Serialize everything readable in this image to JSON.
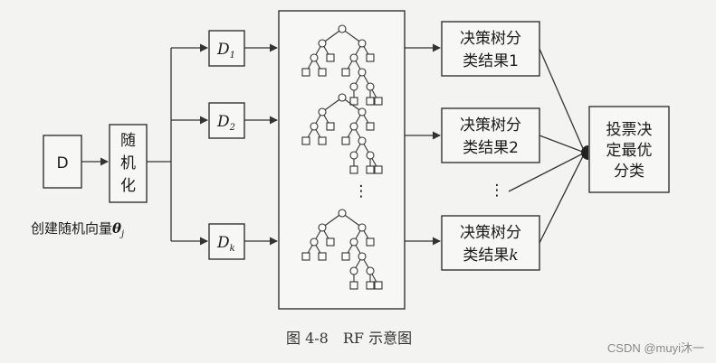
{
  "input_label": "D",
  "random_label": [
    "随",
    "机",
    "化"
  ],
  "random_vector_label": "创建随机向量",
  "random_vector_symbol": "θ",
  "random_vector_sub": "j",
  "subsets": [
    {
      "base": "D",
      "sub": "1"
    },
    {
      "base": "D",
      "sub": "2"
    },
    {
      "base": "D",
      "sub": "k"
    }
  ],
  "results": [
    {
      "line1": "决策树分",
      "line2_text": "类结果",
      "line2_suffix": "1"
    },
    {
      "line1": "决策树分",
      "line2_text": "类结果",
      "line2_suffix": "2"
    },
    {
      "line1": "决策树分",
      "line2_text": "类结果",
      "line2_suffix": "k"
    }
  ],
  "vote_label": [
    "投票决",
    "定最优",
    "分类"
  ],
  "ellipsis_vertical": "⋮",
  "caption": "图 4-8　RF 示意图",
  "watermark": "CSDN @muyi沐一"
}
